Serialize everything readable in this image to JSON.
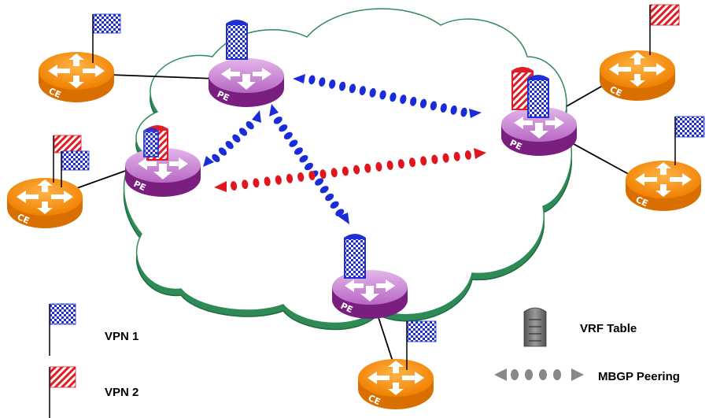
{
  "routers": {
    "pe_label": "PE",
    "ce_label": "CE"
  },
  "legend": {
    "vpn1": "VPN 1",
    "vpn2": "VPN 2",
    "vrf": "VRF Table",
    "mbgp": "MBGP Peering"
  },
  "colors": {
    "ce_router": "#f7941d",
    "pe_router": "#8b2d91",
    "cloud_fill": "#2e8b57",
    "vpn1_flag": "#1f2fd6",
    "vpn2_flag": "#e01c24",
    "mbgp_blue": "#1a2bd8",
    "mbgp_red": "#e0151d"
  }
}
